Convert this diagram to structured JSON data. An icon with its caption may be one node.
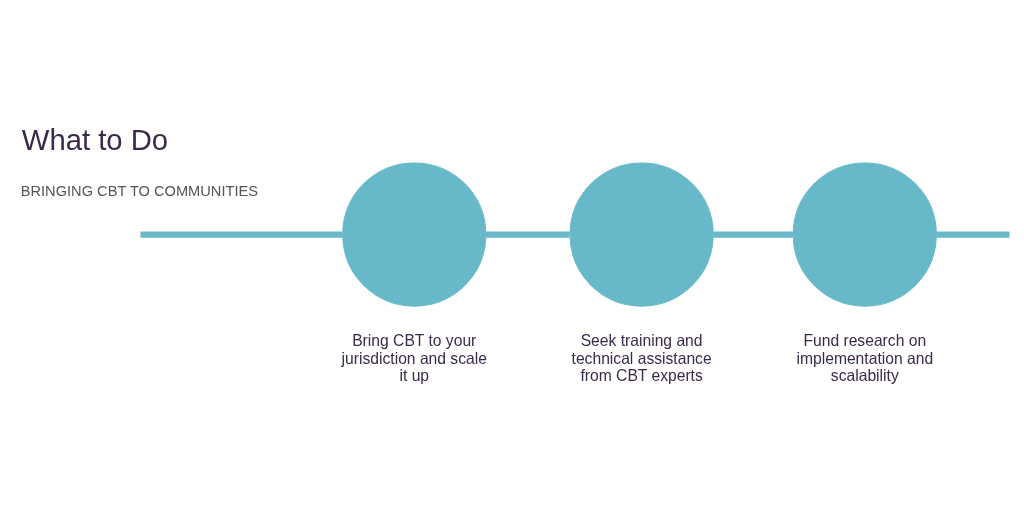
{
  "diagram": {
    "title": "What to Do",
    "nodes": [
      {
        "text": [],
        "shape": "circle",
        "beside": [
          "Bring CBT to your jurisdiction and scale it up"
        ]
      },
      {
        "text": [],
        "shape": "circle",
        "beside": [
          "Seek training and technical assistance from CBT experts"
        ]
      },
      {
        "text": [],
        "shape": "circle",
        "beside": [
          "Fund research on implementation and scalability"
        ]
      }
    ],
    "edges": [
      {
        "from": null,
        "to": 0,
        "arrow": "none"
      },
      {
        "from": 0,
        "to": 1,
        "arrow": "none"
      },
      {
        "from": 1,
        "to": 2,
        "arrow": "none"
      },
      {
        "from": 2,
        "to": null,
        "arrow": "none"
      }
    ],
    "labels": [
      "BRINGING CBT TO COMMUNITIES"
    ]
  }
}
